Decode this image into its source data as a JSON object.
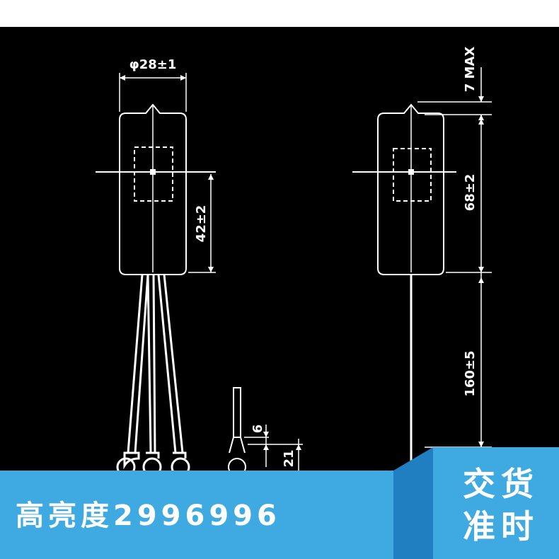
{
  "drawing": {
    "dimensions": {
      "diameter": "φ28±1",
      "length_42": "42±2",
      "overhang_7max": "7 MAX",
      "height_68": "68±2",
      "lead_160": "160±5",
      "terminal_6": "6",
      "terminal_21": "21"
    }
  },
  "banner": {
    "left_text": "高亮度2996996",
    "right_line1": "交货",
    "right_line2": "准时",
    "color_main": "#3FA9E1",
    "color_dark": "#1F7FC0"
  },
  "colors": {
    "background": "#000000",
    "lines": "#ffffff"
  }
}
